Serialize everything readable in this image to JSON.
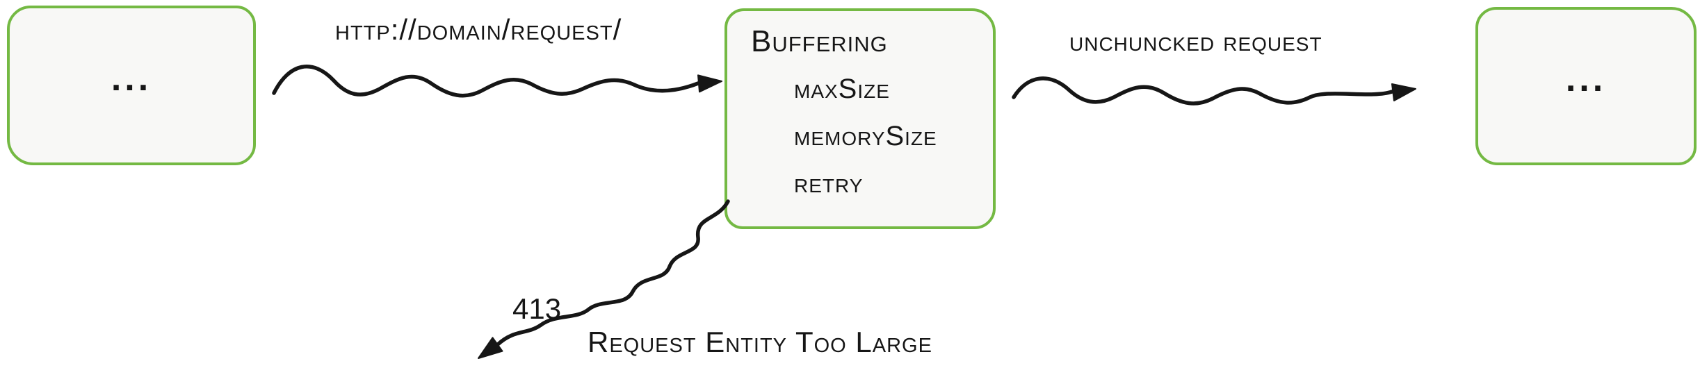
{
  "diagram": {
    "nodes": {
      "left": {
        "label": "..."
      },
      "buffering": {
        "title": "Buffering",
        "items": [
          "maxSize",
          "memorySize",
          "retry"
        ]
      },
      "right": {
        "label": "..."
      }
    },
    "edges": {
      "request": {
        "label": "http://domain/request/"
      },
      "unchunked": {
        "label": "unchuncked request"
      },
      "error": {
        "code": "413",
        "label": "Request Entity Too Large"
      }
    }
  },
  "colors": {
    "box_border": "#74b943",
    "box_fill": "#f8f8f6",
    "ink": "#161616",
    "background": "#ffffff"
  }
}
